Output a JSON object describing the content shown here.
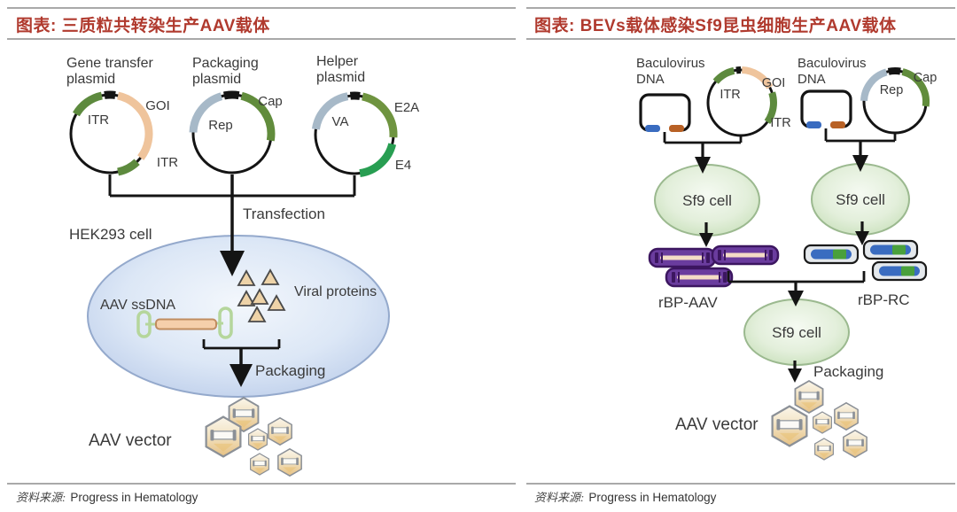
{
  "colors": {
    "title_red": "#b03a2e",
    "rule_gray": "#a9a9a9",
    "itr_green": "#5d8a3e",
    "goi_peach": "#efc49c",
    "rep_blue_gray": "#a7b9c8",
    "e4_green": "#289e52",
    "hek_cell_blue": "#b7c9e8",
    "sf9_cell_green": "#c3ddb4",
    "baculo_blue": "#3a6cc0",
    "baculo_orange": "#b86125",
    "rbp_purple": "#6a3c9e",
    "capsid_tan": "#e6c183"
  },
  "left": {
    "title": "图表: 三质粒共转染生产AAV载体",
    "plasmids": [
      {
        "line1": "Gene transfer",
        "line2": "plasmid",
        "labels": [
          "ITR",
          "GOI",
          "ITR"
        ]
      },
      {
        "line1": "Packaging",
        "line2": "plasmid",
        "labels": [
          "Rep",
          "Cap"
        ]
      },
      {
        "line1": "Helper",
        "line2": "plasmid",
        "labels": [
          "VA",
          "E2A",
          "E4"
        ]
      }
    ],
    "transfection_label": "Transfection",
    "cell_label": "HEK293 cell",
    "ssdna_label": "AAV ssDNA",
    "viral_proteins_label": "Viral proteins",
    "packaging_label": "Packaging",
    "vector_label": "AAV vector",
    "source_prefix": "资料来源:",
    "source": "Progress in Hematology"
  },
  "right": {
    "title": "图表: BEVs载体感染Sf9昆虫细胞生产AAV载体",
    "bac1": {
      "line1": "Baculovirus",
      "line2": "DNA"
    },
    "bac2": {
      "line1": "Baculovirus",
      "line2": "DNA"
    },
    "plasmid1_labels": [
      "ITR",
      "GOI",
      "ITR"
    ],
    "plasmid2_labels": [
      "Rep",
      "Cap"
    ],
    "sf9_labels": [
      "Sf9 cell",
      "Sf9 cell",
      "Sf9 cell"
    ],
    "rbp_aav_label": "rBP-AAV",
    "rbp_rc_label": "rBP-RC",
    "packaging_label": "Packaging",
    "vector_label": "AAV vector",
    "source_prefix": "资料来源:",
    "source": "Progress in Hematology"
  }
}
